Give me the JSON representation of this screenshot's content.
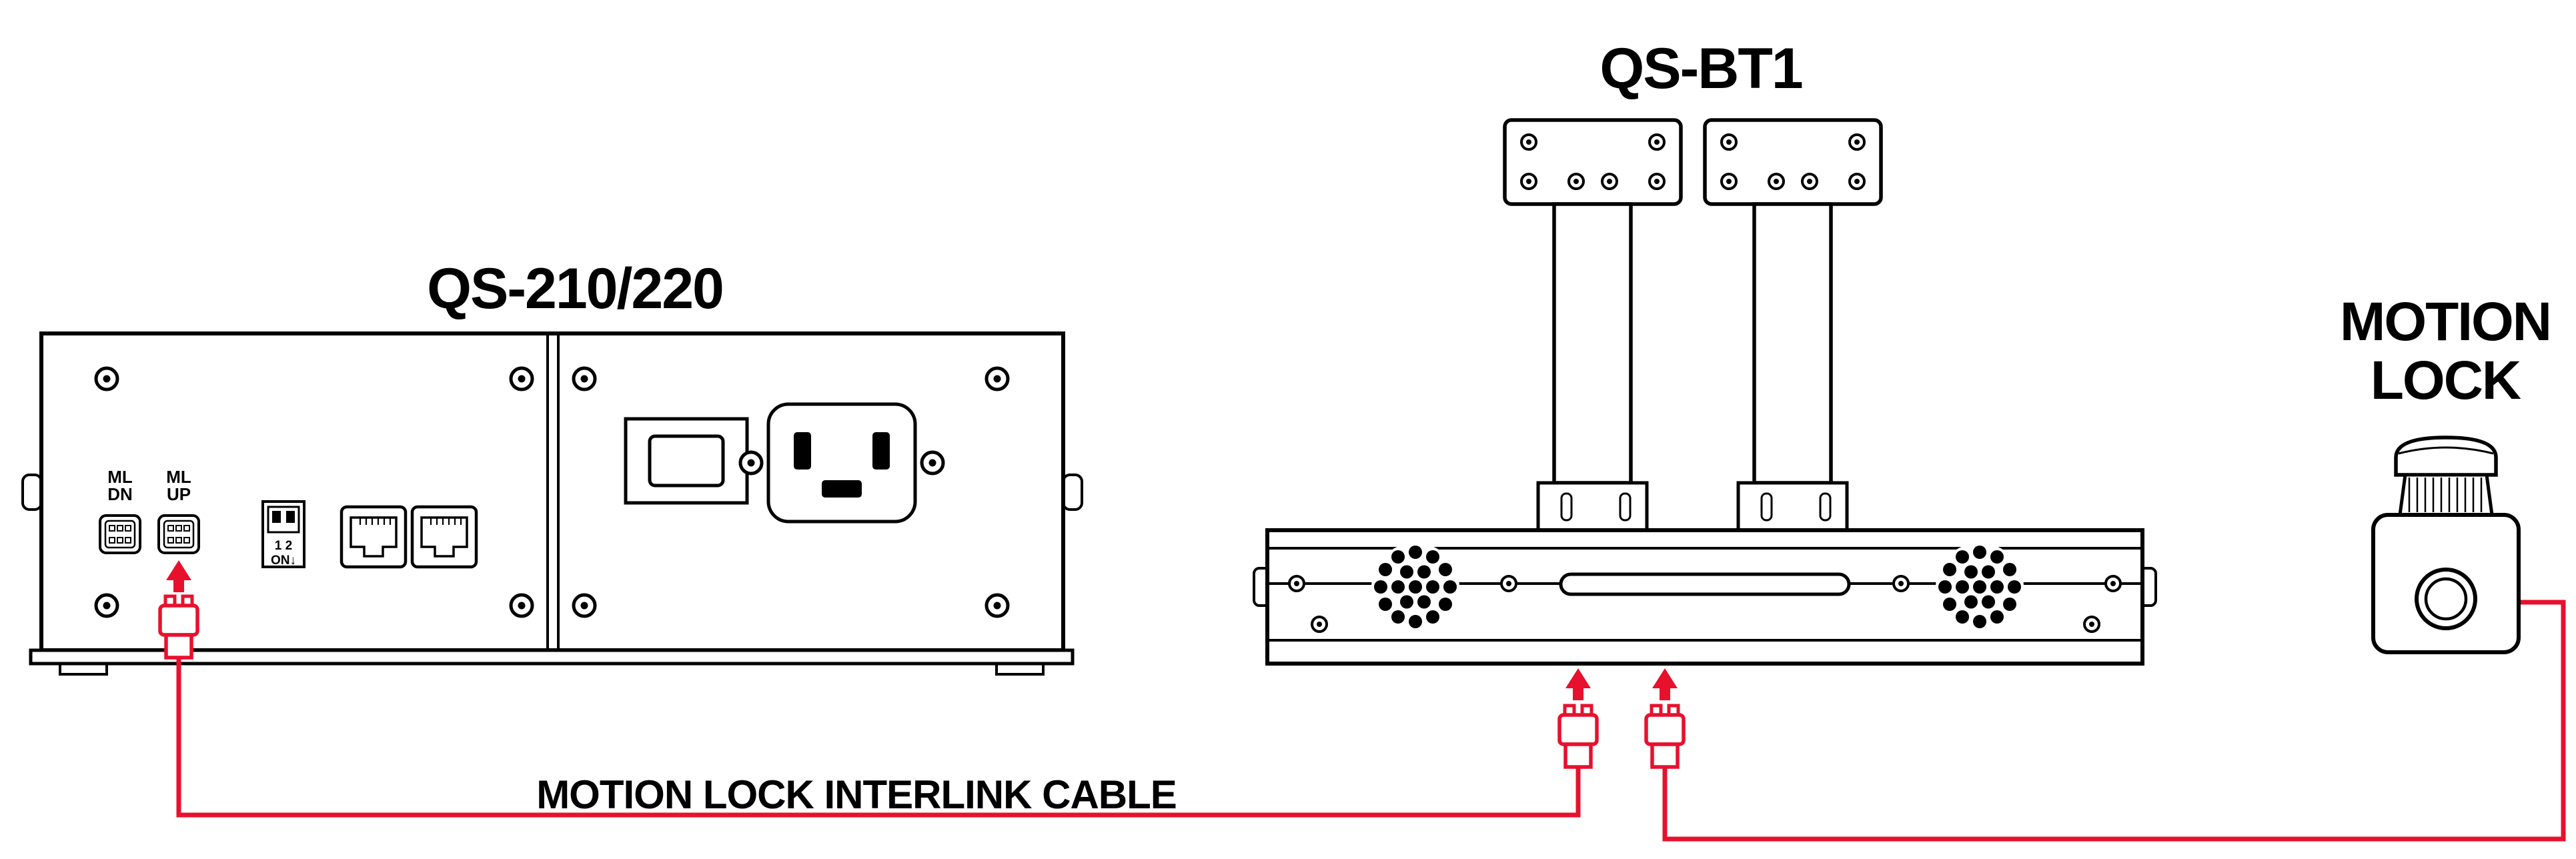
{
  "diagram": {
    "background": "#ffffff",
    "line_color": "#000000",
    "accent_red": "#e8112d"
  },
  "icons": {
    "screw": "circle-with-dot",
    "vent_grille": "dot-cluster",
    "cable_plug": "two-pin-plug-outline",
    "insert_arrow": "up-arrow",
    "emergency_stop": "mushroom-button"
  },
  "qs210": {
    "title": "QS-210/220",
    "ml_dn": {
      "line1": "ML",
      "line2": "DN"
    },
    "ml_up": {
      "line1": "ML",
      "line2": "UP"
    },
    "dip": {
      "numbers": "1 2",
      "on": "ON↓"
    }
  },
  "qsbt1": {
    "title": "QS-BT1"
  },
  "motion_lock": {
    "line1": "MOTION",
    "line2": "LOCK"
  },
  "cable_label": "MOTION LOCK INTERLINK CABLE"
}
